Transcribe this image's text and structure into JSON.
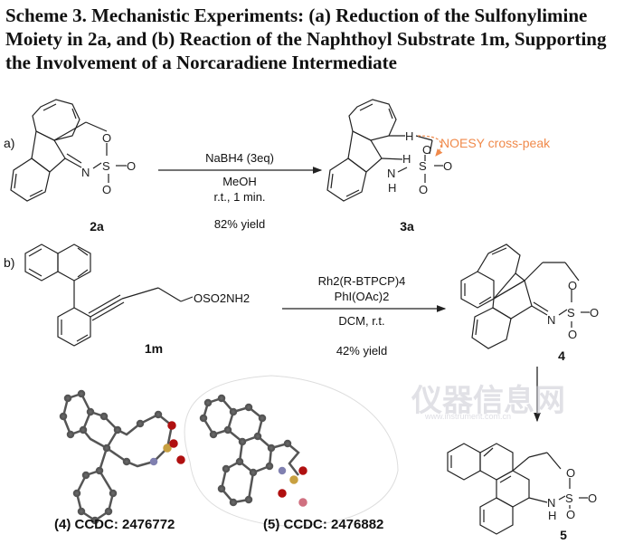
{
  "title": "Scheme 3. Mechanistic Experiments: (a) Reduction of the Sulfonylimine Moiety in 2a, and (b) Reaction of the Naphthoyl Substrate 1m, Supporting the Involvement of a Norcaradiene Intermediate",
  "part_a": {
    "label": "a)",
    "reagents": [
      "NaBH4 (3eq)",
      "MeOH",
      "r.t., 1 min."
    ],
    "yield": "82% yield",
    "substrate": "2a",
    "product": "3a",
    "annotation": "NOESY cross-peak"
  },
  "part_b": {
    "label": "b)",
    "reagents": [
      "Rh2(R-BTPCP)4",
      "PhI(OAc)2",
      "DCM, r.t."
    ],
    "yield": "42% yield",
    "substrate": "1m",
    "substituent": "OSO2NH2",
    "product": "4",
    "final_product": "5"
  },
  "atoms": {
    "N": "N",
    "S": "S",
    "O": "O",
    "H": "H"
  },
  "crystal_captions": [
    "(4) CCDC: 2476772",
    "(5) CCDC: 2476882"
  ],
  "watermark": {
    "text": "仪器信息网",
    "url": "www.instrument.com.cn"
  },
  "colors": {
    "annotation": "#f08a4b",
    "carbon": "#555555",
    "oxygen": "#b01010",
    "sulfur": "#c8a040",
    "nitrogen": "#8080b0"
  }
}
